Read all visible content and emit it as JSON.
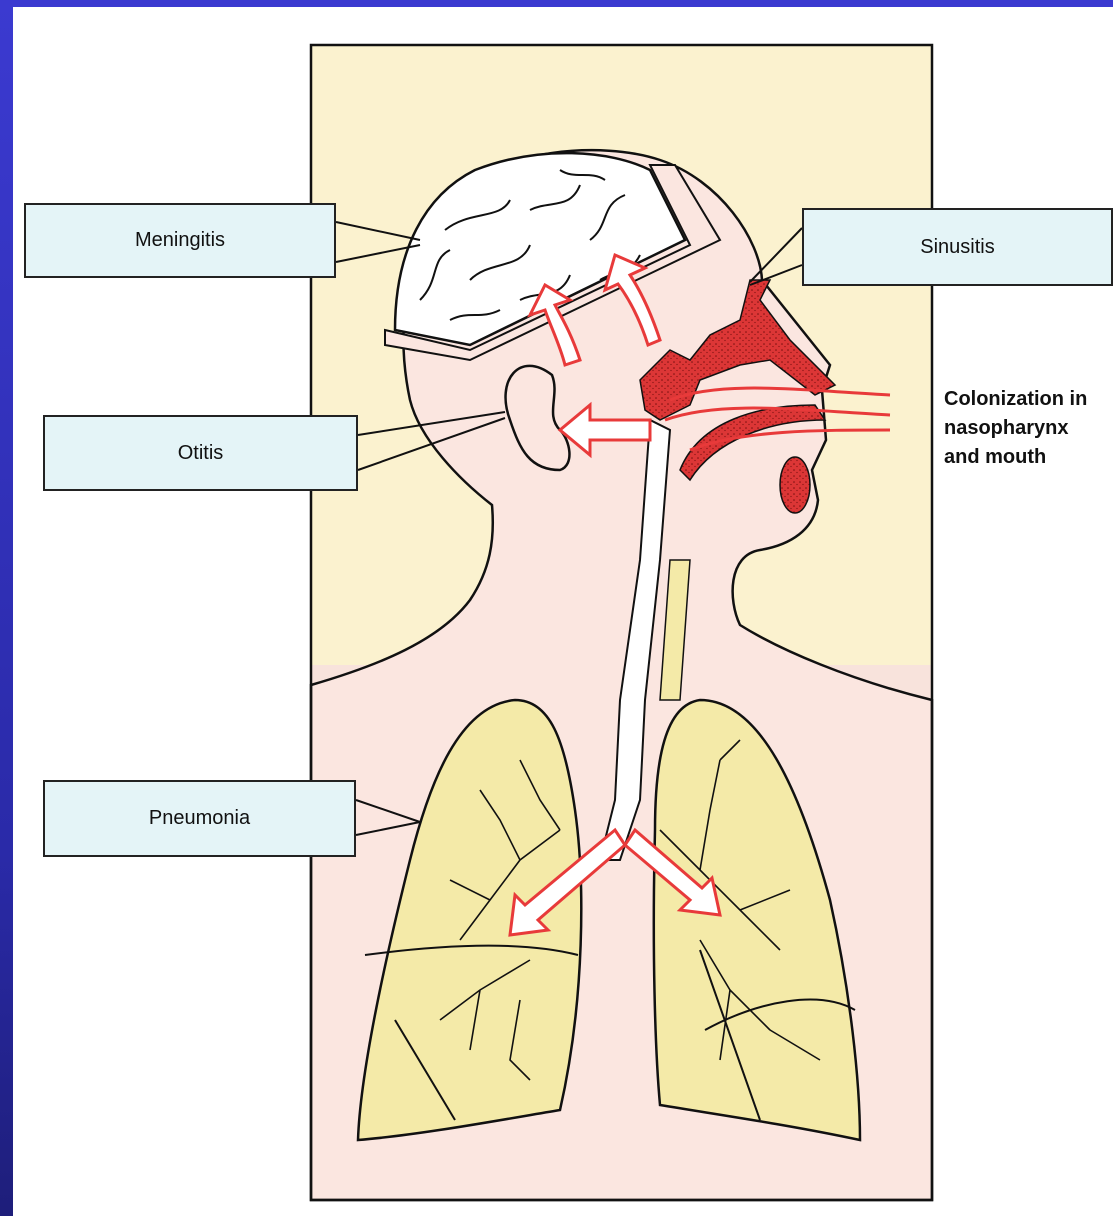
{
  "labels": {
    "meningitis": "Meningitis",
    "otitis": "Otitis",
    "sinusitis": "Sinusitis",
    "pneumonia": "Pneumonia",
    "colonization": "Colonization in\nnasopharynx\nand mouth"
  },
  "colors": {
    "frame": "#3b3ad0",
    "panel_upper": "#fbf2cf",
    "panel_lower": "#f8e3dc",
    "skin": "#fbe6e0",
    "lung": "#f4eaa8",
    "inflamed": "#dc3636",
    "arrow": "#e83a3a",
    "label_box": "#e4f4f7"
  }
}
